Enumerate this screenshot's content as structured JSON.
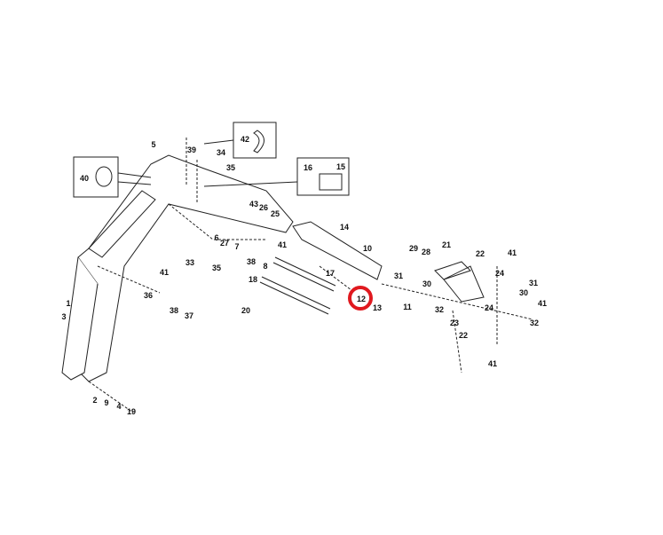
{
  "diagram": {
    "type": "exploded parts diagram",
    "highlight_color": "#e0191f",
    "highlighted_part": "12",
    "part_labels": [
      "5",
      "40",
      "42",
      "39",
      "34",
      "35",
      "16",
      "15",
      "43",
      "26",
      "25",
      "14",
      "6",
      "27",
      "7",
      "41",
      "38",
      "8",
      "33",
      "35",
      "10",
      "29",
      "28",
      "21",
      "22",
      "41",
      "24",
      "31",
      "30",
      "31",
      "30",
      "41",
      "32",
      "32",
      "12",
      "13",
      "11",
      "23",
      "22",
      "24",
      "41",
      "17",
      "18",
      "20",
      "41",
      "36",
      "38",
      "37",
      "1",
      "3",
      "2",
      "9",
      "4",
      "19"
    ]
  }
}
